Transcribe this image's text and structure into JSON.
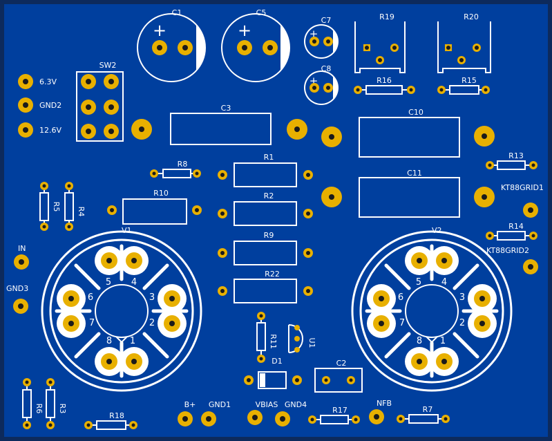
{
  "colors": {
    "board_bg": "#0d2a5c",
    "copper": "#003f9e",
    "silk": "#ffffff",
    "pad": "#e8b000",
    "hole": "#1b1b1b"
  },
  "labels": {
    "c1": "C1",
    "c5": "C5",
    "c7": "C7",
    "c8": "C8",
    "plus": "+",
    "r19": "R19",
    "r20": "R20",
    "r16": "R16",
    "r15": "R15",
    "sw2": "SW2",
    "v63": "6.3V",
    "gnd2": "GND2",
    "v126": "12.6V",
    "c3": "C3",
    "c10": "C10",
    "c11": "C11",
    "r1": "R1",
    "r2": "R2",
    "r8": "R8",
    "r9": "R9",
    "r22": "R22",
    "r10": "R10",
    "r13": "R13",
    "r14": "R14",
    "kt1": "KT88GRID1",
    "kt2": "KT88GRID2",
    "r5": "R5",
    "r4": "R4",
    "v1": "V1",
    "v2": "V2",
    "in": "IN",
    "gnd3": "GND3",
    "r11": "R11",
    "u1": "U1",
    "d1": "D1",
    "c2": "C2",
    "r6": "R6",
    "r3": "R3",
    "r18": "R18",
    "bplus": "B+",
    "gnd1": "GND1",
    "vbias": "VBIAS",
    "gnd4": "GND4",
    "r17": "R17",
    "nfb": "NFB",
    "r7": "R7",
    "pins": [
      "1",
      "2",
      "3",
      "4",
      "5",
      "6",
      "7",
      "8"
    ]
  }
}
